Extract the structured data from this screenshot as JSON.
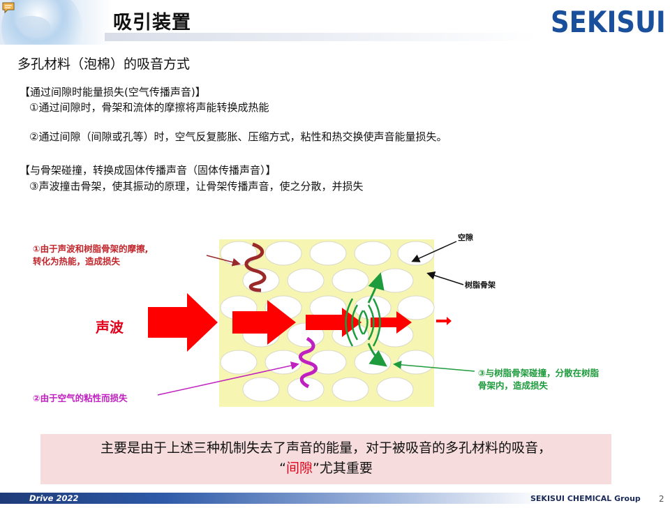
{
  "header": {
    "title": "吸引装置",
    "logo": "SEKISUI"
  },
  "subtitle": "多孔材料（泡棉）的吸音方式",
  "section1": {
    "heading": "【通过间隙时能量损失(空气传播声音)】",
    "item1": "①通过间隙时，骨架和流体的摩擦将声能转换成热能",
    "item2": "②通过间隙（间隙或孔等）时，空气反复膨胀、压缩方式，粘性和热交换使声音能量损失。"
  },
  "section2": {
    "heading": "【与骨架碰撞，转换成固体传播声音（固体传播声音）】",
    "item3": "③声波撞击骨架，使其振动的原理，让骨架传播声音，使之分散，并损失"
  },
  "diagram": {
    "label1_line1": "①由于声波和树脂骨架的摩擦,",
    "label1_line2": "转化为热能，造成损失",
    "label2": "②由于空气的粘性而损失",
    "label3_line1": "③与树脂骨架碰撞，分散在树脂",
    "label3_line2": "骨架内，造成损失",
    "void_label": "空隙",
    "resin_label": "树脂骨架",
    "wave_label": "声波",
    "colors": {
      "foam": "#f7f5b2",
      "arrow": "#ff0000",
      "label1": "#c0262c",
      "label2": "#c020c0",
      "label3": "#1e9b3c",
      "squiggle1": "#9a2a2a"
    }
  },
  "summary": {
    "line1": "主要是由于上述三种机制失去了声音的能量，对于被吸音的多孔材料的吸音，",
    "quote_open": "“",
    "highlight": "间隙",
    "quote_rest": "”尤其重要"
  },
  "footer": {
    "left": "Drive 2022",
    "right": "SEKISUI CHEMICAL Group",
    "page": "2"
  }
}
